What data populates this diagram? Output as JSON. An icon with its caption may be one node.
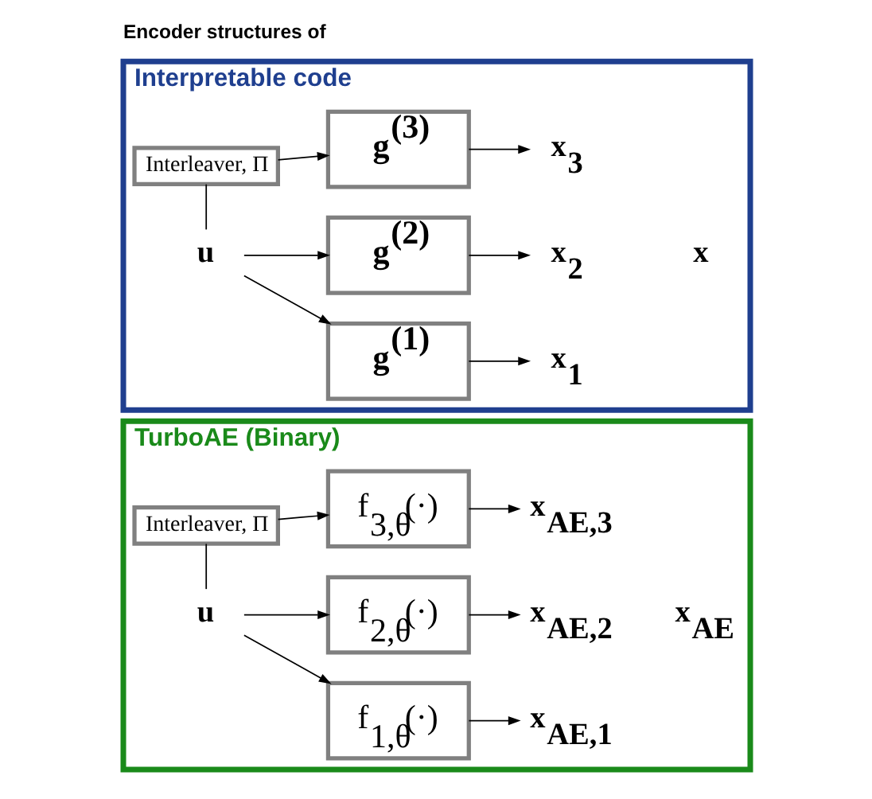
{
  "diagram": {
    "title": "Encoder structures of",
    "nodes": [
      {
        "text": [
          "TurboAE (Binary)"
        ]
      },
      {
        "text": [
          "f$_{1,θ}$(·)"
        ],
        "in": 0
      },
      {
        "text": [
          "x$_{AE,1}$"
        ],
        "in": 0
      },
      {
        "text": [
          "u"
        ],
        "in": 0
      },
      {
        "text": [
          "f$_{2,θ}$(·)"
        ],
        "in": 0
      },
      {
        "text": [
          "x$_{AE,2}$"
        ],
        "in": 0
      },
      {
        "text": [
          "Interleaver, Π"
        ],
        "in": 0
      },
      {
        "text": [
          "f$_{3,θ}$(·)"
        ],
        "in": 0
      },
      {
        "text": [
          "x$_{AE,3}$"
        ],
        "in": 0
      },
      {
        "text": [
          "Interpretable code"
        ]
      },
      {
        "text": [
          "g$^{(1)}$"
        ],
        "in": 9
      },
      {
        "text": [
          "x$_{1}$"
        ],
        "in": 9
      },
      {
        "text": [
          "u"
        ],
        "in": 9
      },
      {
        "text": [
          "g$^{(2)}$"
        ],
        "in": 9
      },
      {
        "text": [
          "x$_{2}$"
        ],
        "in": 9
      },
      {
        "text": [
          "Interleaver, Π"
        ],
        "in": 9
      },
      {
        "text": [
          "g$^{(3)}$"
        ],
        "in": 9
      },
      {
        "text": [
          "x$_{3}$"
        ],
        "in": 9
      }
    ],
    "edges": [
      {
        "from": 3,
        "to": 1,
        "arrow": "to"
      },
      {
        "from": 3,
        "to": 4,
        "arrow": "to"
      },
      {
        "from": 3,
        "to": 6,
        "arrow": "none"
      },
      {
        "from": 6,
        "to": 7,
        "arrow": "to"
      },
      {
        "from": 1,
        "to": 2,
        "arrow": "to"
      },
      {
        "from": 4,
        "to": 5,
        "arrow": "to"
      },
      {
        "from": 7,
        "to": 8,
        "arrow": "to"
      },
      {
        "from": 12,
        "to": 10,
        "arrow": "to"
      },
      {
        "from": 12,
        "to": 13,
        "arrow": "to"
      },
      {
        "from": 12,
        "to": 15,
        "arrow": "none"
      },
      {
        "from": 15,
        "to": 16,
        "arrow": "to"
      },
      {
        "from": 10,
        "to": 11,
        "arrow": "to"
      },
      {
        "from": 13,
        "to": 14,
        "arrow": "to"
      },
      {
        "from": 16,
        "to": 17,
        "arrow": "to"
      }
    ],
    "labels": [
      "x$_{AE}$",
      "x"
    ]
  }
}
